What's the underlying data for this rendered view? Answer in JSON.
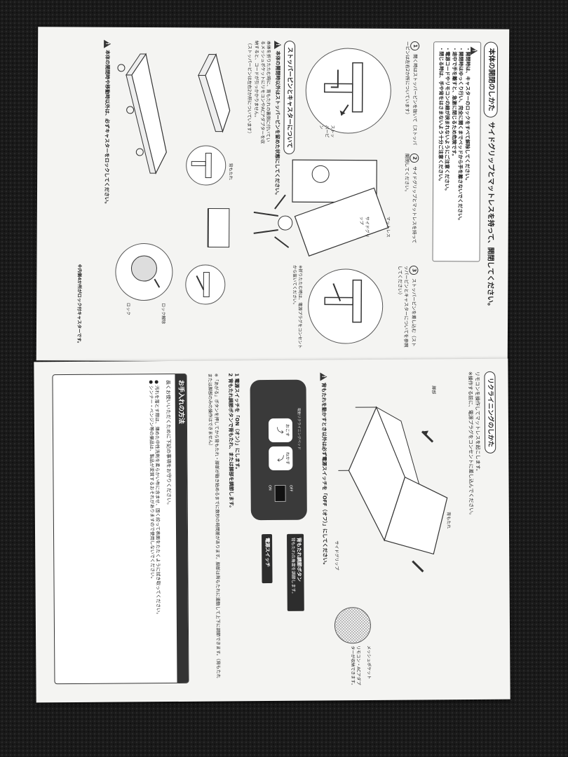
{
  "top_sheet": {
    "title": "本体の開閉のしかた",
    "subtitle": "サイドグリップとマットレスを持って、開閉してください。",
    "warnings": [
      "・開閉時は、キャスターのロックをすべて解除してください。",
      "・開閉時はゆっくり行い、完全に開くまでベッドから手を離さないでください。",
      "・途中で手を離すと、急激に閉じるため危険です。",
      "・電源コードやリモコンの線が挟まれないようにご注意ください。",
      "・閉じる時は、手や背をはさまないよう十分ご注意ください。"
    ],
    "steps": [
      {
        "num": "1",
        "text": "開く時はストッパーピンを抜いて（ストッパーピンは左右2か所についています）"
      },
      {
        "num": "2",
        "text": "サイドグリップとマットレスを持って開閉してください。"
      },
      {
        "num": "3",
        "text": "ストッパーピンを差し込む（ストッパーピンとキャスターについてを参照してください）"
      }
    ],
    "labels": {
      "stopper_pin": "ストッパーピン",
      "mattress": "マットレス",
      "side_grip": "サイドグリップ",
      "backrest": "背もたれ",
      "lock_release": "ロック解除",
      "lock": "ロック"
    },
    "fold_note": "※折りたたむ時は、電源プラグをコンセントから抜いてください。",
    "stopper_section": {
      "title": "ストッパーピンとキャスターについて",
      "warning": "本体の開閉時以外はストッパーピンを留めた状態にしてください。",
      "text": "本体を折りたたむ時に、背もたれの裏側に付いているメッシュポケットにリモコンやACアダプターを収納すると、コードが引っかかりません。",
      "note": "（ストッパーピンは左右2か所についています）",
      "caster_warning": "本体の開閉時や移動時以外は、必ずキャスターをロックしてください。",
      "caster_note": "※内側4か所がロック付キャスターです。"
    }
  },
  "bottom_sheet": {
    "title": "リクライニングのしかた",
    "intro": "リモコンを操作してマットレスを起こします。",
    "intro_note": "※操作する前に、電源プラグをコンセントに差し込んでください。",
    "labels": {
      "leg": "脚部",
      "backrest": "背もたれ",
      "side_grip": "サイドグリップ",
      "mesh_pocket": "メッシュポケット",
      "mesh_note": "リモコン・ACアダプターが収納できます。"
    },
    "move_warning": "背もたれを動かすとき以外は必ず電源スイッチを「OFF（オフ）」にしてください。",
    "remote": {
      "header": "電動リクライニングベッド",
      "up": "おこす",
      "down": "ねかす",
      "on": "ON",
      "off": "OFF"
    },
    "callout_backrest": "背もたれ調節ボタン",
    "callout_backrest_sub": "背もたれの角度を調節します。",
    "callout_power": "電源スイッチ",
    "instructions": [
      "1 電源スイッチを「ON（オン）」にします。",
      "2 背もたれ調節ボタンで背もたれ、または脚部を調節します。"
    ],
    "button_note": "※「あがる」ボタンを押してから背もたれ・脚部が動き始めるまでに数秒の時間差があります。脚部は背もたれに連動して上下に調節できます。（背もたれまたは脚部のみの操作はできません）",
    "care": {
      "title": "お手入れの方法",
      "lead": "長くお使いいただくために下記の事項をお守りください。",
      "items": [
        "汚れを落とす際は、薄めた中性洗剤を柔らかい布に含ませ、固く絞って表面をたたくように拭き取ってください。",
        "シンナー・ベンジン等の薬品は、製品が変質するおそれがありますので使用しないでください。"
      ]
    }
  }
}
